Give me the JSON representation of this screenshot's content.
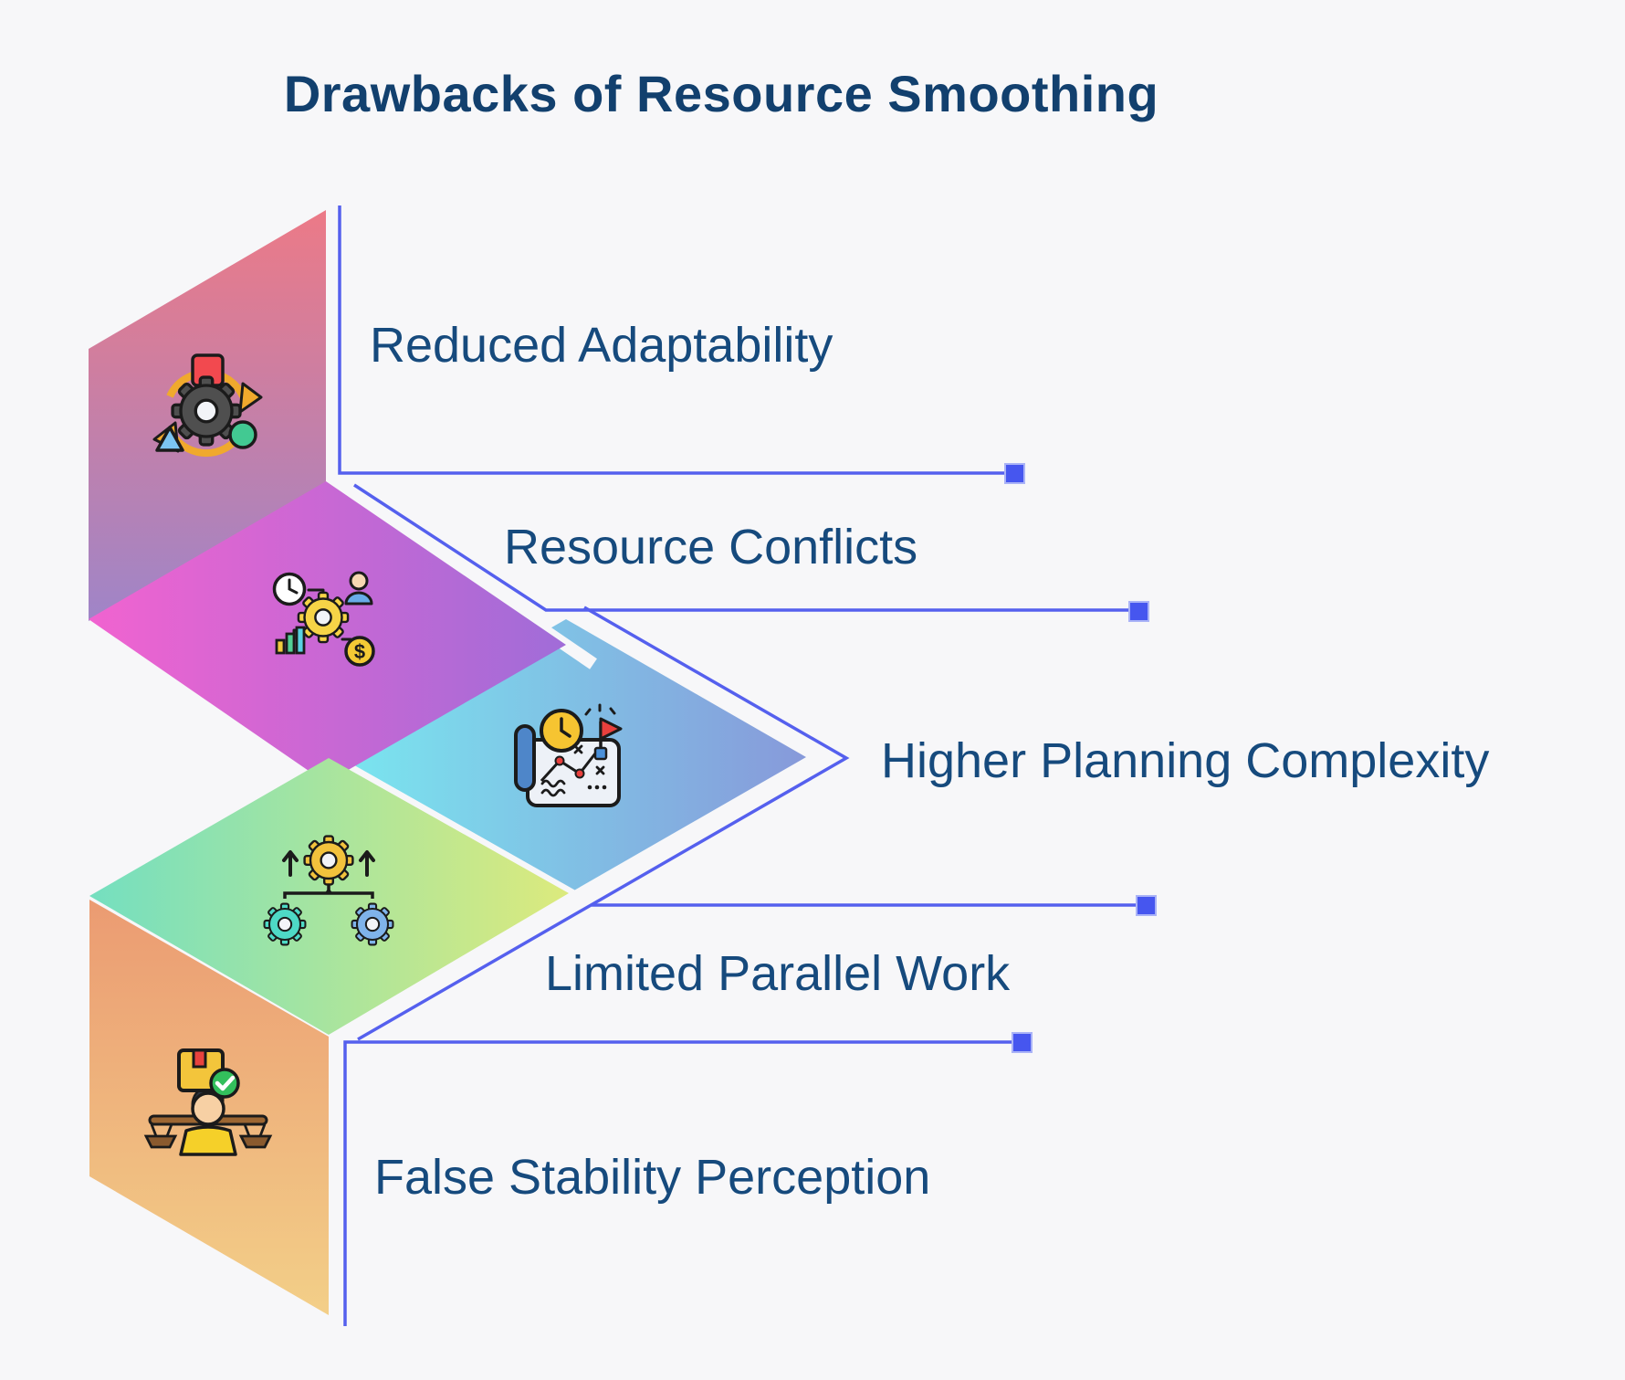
{
  "title": "Drawbacks of Resource Smoothing",
  "items": [
    {
      "label": "Reduced Adaptability",
      "icon": "agile-cycle-icon"
    },
    {
      "label": "Resource Conflicts",
      "icon": "resource-allocation-icon"
    },
    {
      "label": "Higher Planning Complexity",
      "icon": "planning-roadmap-icon"
    },
    {
      "label": "Limited Parallel Work",
      "icon": "process-hierarchy-icon"
    },
    {
      "label": "False Stability Perception",
      "icon": "workload-balance-icon"
    }
  ],
  "colors": {
    "background": "#f7f7f9",
    "title_text": "#12406e",
    "label_text": "#164a7d",
    "connector_line": "#5560ee",
    "endpoint_square": "#4656ef",
    "shape1_gradient": [
      "#ec7a87",
      "#9f85c8"
    ],
    "shape2_gradient": [
      "#f163d0",
      "#a06cd8"
    ],
    "shape3_gradient": [
      "#79e9f0",
      "#8799da"
    ],
    "shape4_gradient": [
      "#74dfc0",
      "#dcea7d"
    ],
    "shape5_gradient": [
      "#eb9b72",
      "#f3cf88"
    ]
  }
}
